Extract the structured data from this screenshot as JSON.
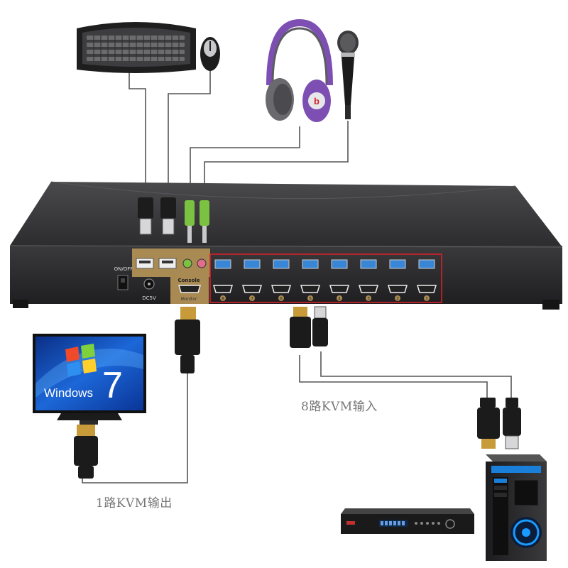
{
  "kvm": {
    "power_label": "ON/OFF",
    "dc_label": "DC5V",
    "console_label": "Console",
    "monitor_label": "Monitor",
    "port_numbers": [
      "8",
      "7",
      "6",
      "5",
      "4",
      "3",
      "2",
      "1"
    ]
  },
  "monitor": {
    "brand_text": "Windows",
    "version_text": "7"
  },
  "labels": {
    "output": "1路KVM输出",
    "input": "8路KVM输入"
  },
  "colors": {
    "chassis": "#2e2d2e",
    "console_panel": "#a98a52",
    "usb_blue": "#3a86d6",
    "highlight_box": "#e0202a",
    "headphone": "#7d4fb3",
    "pc_blue": "#1a7fd9"
  }
}
